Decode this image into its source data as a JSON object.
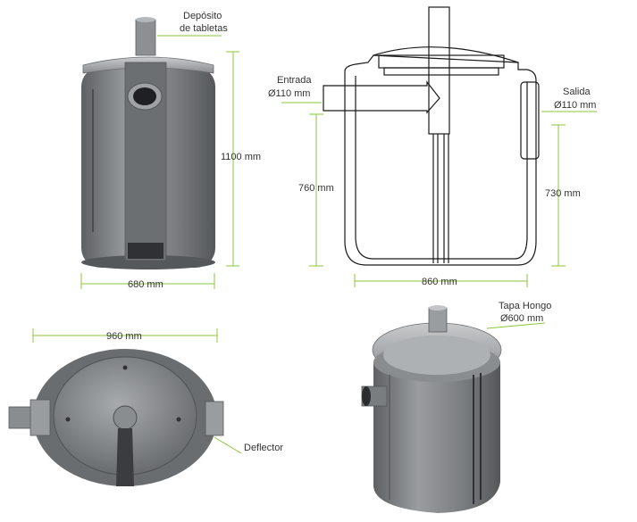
{
  "colors": {
    "dimension_line": "#8cc63f",
    "tank_body": "#7a7d80",
    "tank_dark": "#4a4c4f",
    "outline": "#1a1a1a"
  },
  "labels": {
    "tablet_deposit_line1": "Depósito",
    "tablet_deposit_line2": "de tabletas",
    "height_total": "1100 mm",
    "width_front": "680 mm",
    "inlet_line1": "Entrada",
    "inlet_line2": "Ø110 mm",
    "outlet_line1": "Salida",
    "outlet_line2": "Ø110 mm",
    "inlet_height": "760 mm",
    "outlet_height": "730 mm",
    "width_section": "860 mm",
    "width_top": "960 mm",
    "deflector": "Deflector",
    "lid_line1": "Tapa Hongo",
    "lid_line2": "Ø600 mm"
  }
}
